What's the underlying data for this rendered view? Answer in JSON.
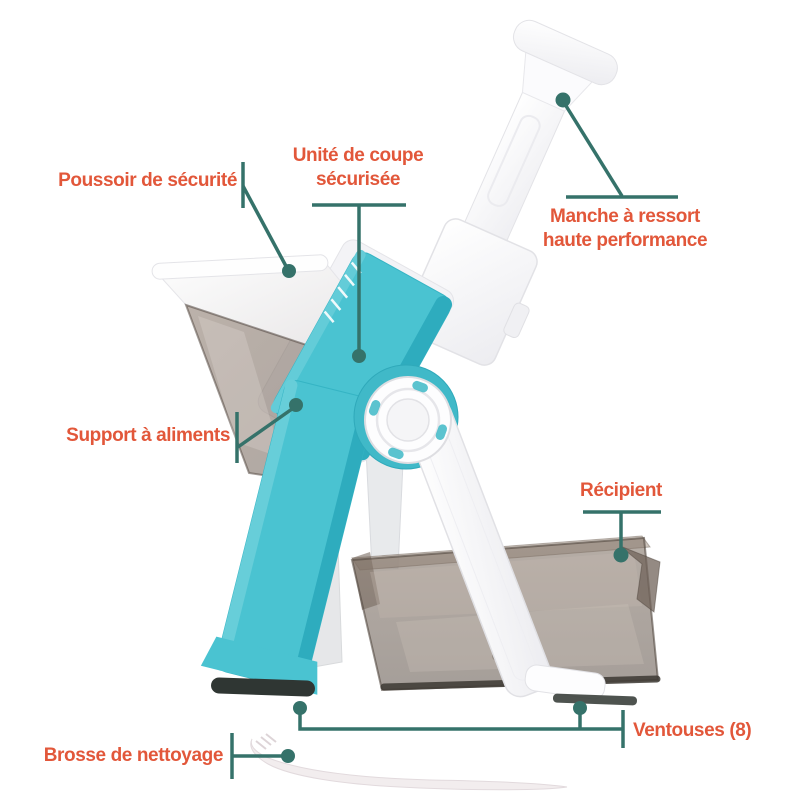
{
  "labels": [
    {
      "id": "poussoir",
      "text": "Poussoir de sécurité"
    },
    {
      "id": "unite",
      "text": "Unité de coupe\nsécurisée"
    },
    {
      "id": "manche",
      "text": "Manche à ressort\nhaute performance"
    },
    {
      "id": "support",
      "text": "Support à aliments"
    },
    {
      "id": "recipient",
      "text": "Récipient"
    },
    {
      "id": "ventouses",
      "text": "Ventouses (8)"
    },
    {
      "id": "brosse",
      "text": "Brosse de nettoyage"
    }
  ],
  "colors": {
    "label_orange": "#e2573a",
    "connector_teal": "#35726a",
    "product_teal": "#4ac3d1",
    "product_teal_dark": "#2eacbe",
    "smoke_translucent": "#8b7a6e",
    "feet_dark": "#2f3633",
    "background": "#ffffff"
  }
}
